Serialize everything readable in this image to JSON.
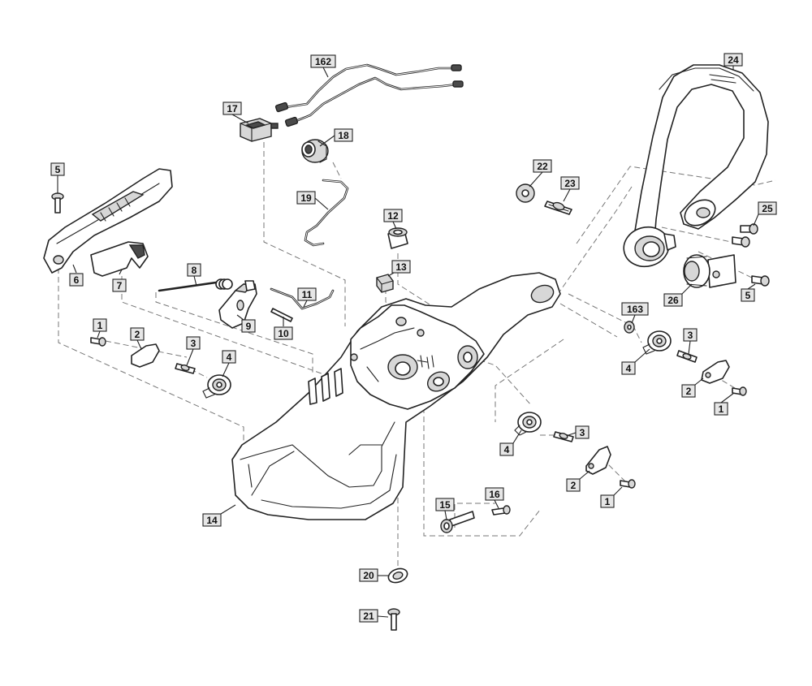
{
  "callouts": [
    {
      "id": "c162",
      "label": "162"
    },
    {
      "id": "c17",
      "label": "17"
    },
    {
      "id": "c18",
      "label": "18"
    },
    {
      "id": "c19",
      "label": "19"
    },
    {
      "id": "c24",
      "label": "24"
    },
    {
      "id": "c5a",
      "label": "5"
    },
    {
      "id": "c6",
      "label": "6"
    },
    {
      "id": "c7",
      "label": "7"
    },
    {
      "id": "c8",
      "label": "8"
    },
    {
      "id": "c9",
      "label": "9"
    },
    {
      "id": "c10",
      "label": "10"
    },
    {
      "id": "c11",
      "label": "11"
    },
    {
      "id": "c12",
      "label": "12"
    },
    {
      "id": "c13",
      "label": "13"
    },
    {
      "id": "c22",
      "label": "22"
    },
    {
      "id": "c23",
      "label": "23"
    },
    {
      "id": "c25",
      "label": "25"
    },
    {
      "id": "c26",
      "label": "26"
    },
    {
      "id": "c5b",
      "label": "5"
    },
    {
      "id": "c163",
      "label": "163"
    },
    {
      "id": "c1a",
      "label": "1"
    },
    {
      "id": "c2a",
      "label": "2"
    },
    {
      "id": "c3a",
      "label": "3"
    },
    {
      "id": "c4a",
      "label": "4"
    },
    {
      "id": "c4b",
      "label": "4"
    },
    {
      "id": "c3b",
      "label": "3"
    },
    {
      "id": "c2b",
      "label": "2"
    },
    {
      "id": "c1b",
      "label": "1"
    },
    {
      "id": "c4c",
      "label": "4"
    },
    {
      "id": "c3c",
      "label": "3"
    },
    {
      "id": "c2c",
      "label": "2"
    },
    {
      "id": "c1c",
      "label": "1"
    },
    {
      "id": "c14",
      "label": "14"
    },
    {
      "id": "c15",
      "label": "15"
    },
    {
      "id": "c16",
      "label": "16"
    },
    {
      "id": "c20",
      "label": "20"
    },
    {
      "id": "c21",
      "label": "21"
    }
  ]
}
